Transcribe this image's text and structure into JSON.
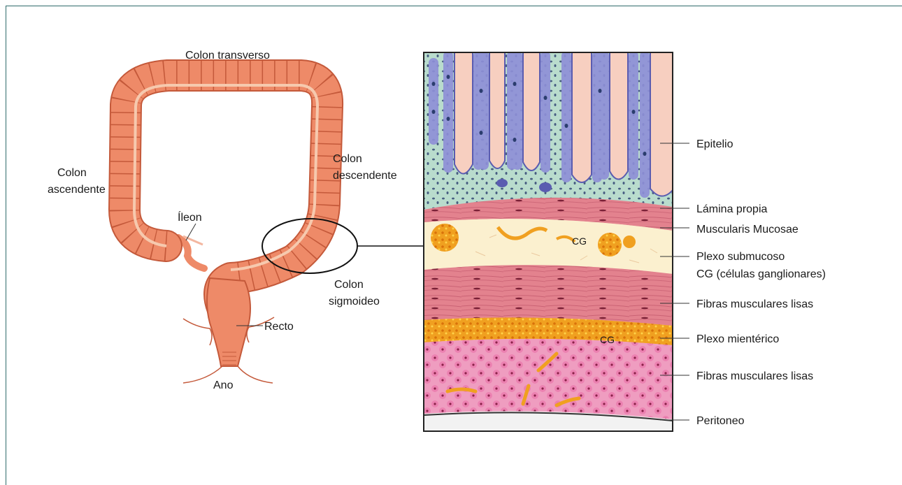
{
  "colon_labels": {
    "transverse": "Colon transverso",
    "ascending_1": "Colon",
    "ascending_2": "ascendente",
    "descending_1": "Colon",
    "descending_2": "descendente",
    "ileum": "Íleon",
    "sigmoid_1": "Colon",
    "sigmoid_2": "sigmoideo",
    "rectum": "Recto",
    "anus": "Ano"
  },
  "layer_labels": {
    "epithelium": "Epitelio",
    "lamina_propria": "Lámina propia",
    "muscularis_mucosae": "Muscularis Mucosae",
    "submucosal_plexus": "Plexo submucoso",
    "ganglion_cells": "CG (células ganglionares)",
    "smooth_muscle_1": "Fibras musculares lisas",
    "myenteric_plexus": "Plexo mientérico",
    "smooth_muscle_2": "Fibras musculares lisas",
    "peritoneum": "Peritoneo"
  },
  "cg_markers": [
    "CG",
    "CG"
  ],
  "colors": {
    "colon": "#ee8a68",
    "colon_dark": "#c4593a",
    "colon_inner": "#f6c9ae",
    "epithelium": "#8e8fd8",
    "lamina": "#b9dccd",
    "background_pink": "#f7cfc0",
    "muscle": "#e3828e",
    "submucosa": "#fbf0cf",
    "plexus": "#f0a020",
    "outer_muscle": "#ef9dc0"
  }
}
